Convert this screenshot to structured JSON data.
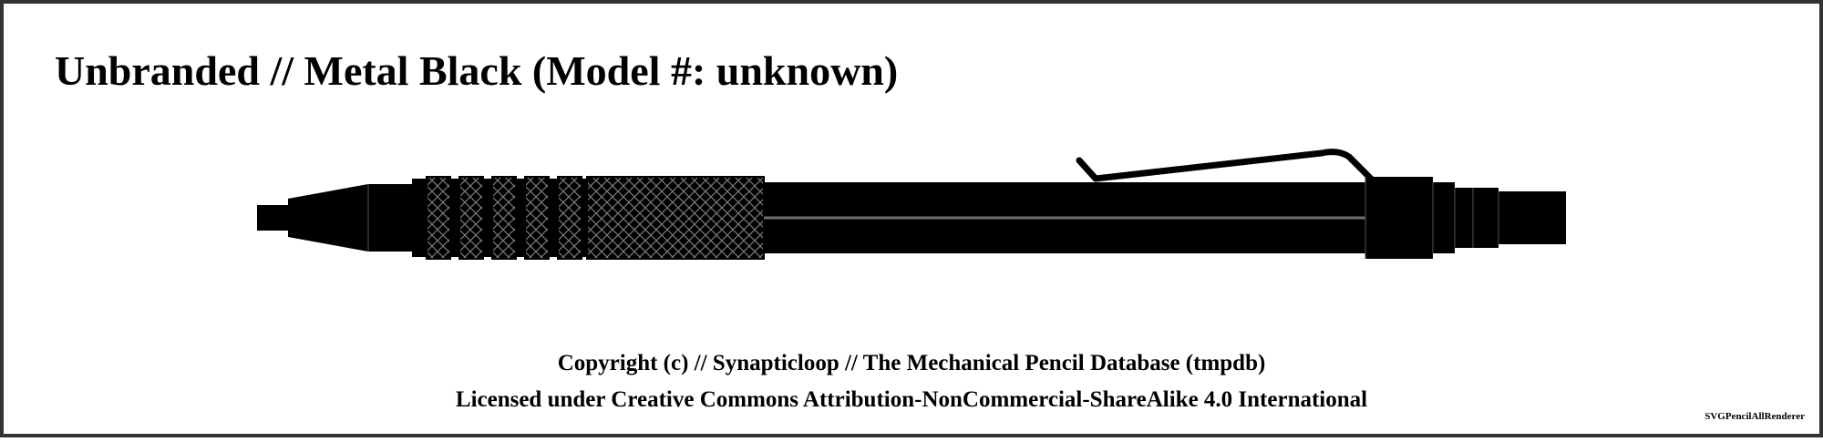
{
  "title": "Unbranded // Metal Black (Model #: unknown)",
  "footer": {
    "copyright": "Copyright (c) // Synapticloop // The Mechanical Pencil Database (tmpdb)",
    "license": "Licensed under Creative Commons Attribution-NonCommercial-ShareAlike 4.0 International",
    "renderer": "SVGPencilAllRenderer"
  },
  "colors": {
    "body": "#000000",
    "frame": "#333333",
    "background": "#ffffff",
    "texture_lines": "#7a7a7a",
    "body_stripe": "#6e6e6e"
  }
}
